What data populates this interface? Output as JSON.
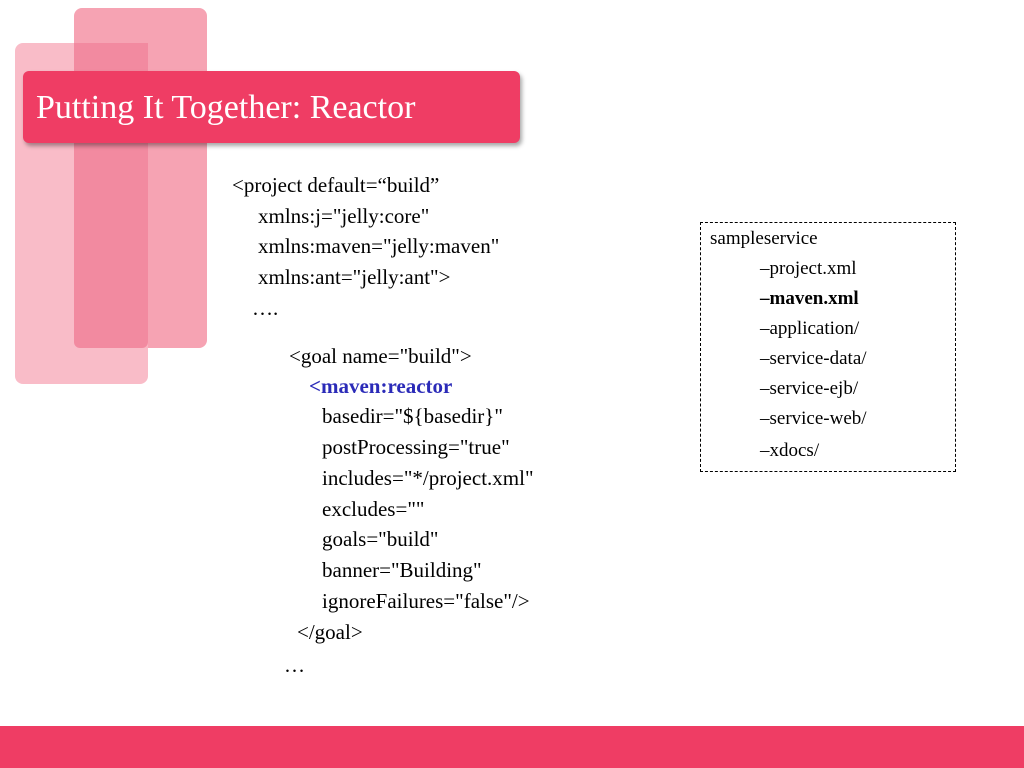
{
  "slide": {
    "title": "Putting It Together: Reactor",
    "colors": {
      "accent": "#ef3d64",
      "deco_pink": "#f9b6c3",
      "highlight": "#2b2bb8"
    }
  },
  "code": {
    "lines": [
      "<project default=“build”",
      "xmlns:j=\"jelly:core\"",
      "xmlns:maven=\"jelly:maven\"",
      "xmlns:ant=\"jelly:ant\">",
      "….",
      "<goal name=\"build\">",
      "<maven:reactor",
      "basedir=\"${basedir}\"",
      "postProcessing=\"true\"",
      "includes=\"*/project.xml\"",
      "excludes=\"\"",
      "goals=\"build\"",
      "banner=\"Building\"",
      "ignoreFailures=\"false\"/>",
      "</goal>",
      "…"
    ]
  },
  "tree": {
    "root": "sampleservice",
    "items": [
      "–project.xml",
      "–maven.xml",
      "–application/",
      "–service-data/",
      "–service-ejb/",
      "–service-web/",
      "–xdocs/"
    ]
  }
}
